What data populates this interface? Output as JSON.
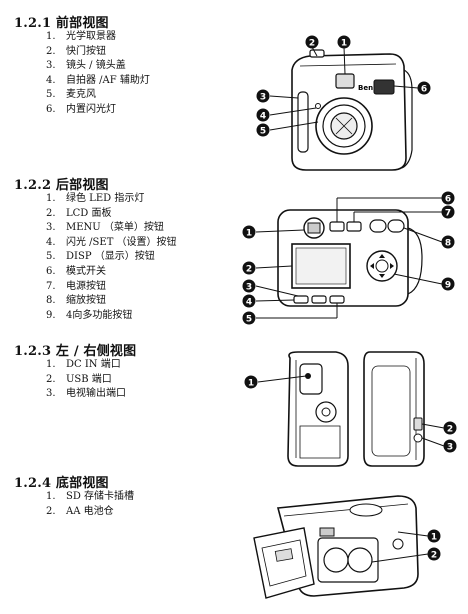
{
  "sections": [
    {
      "title": "1.2.1 前部视图",
      "items": [
        {
          "num": "1.",
          "text": "光学取景器"
        },
        {
          "num": "2.",
          "text": "快门按钮"
        },
        {
          "num": "3.",
          "text": "镜头 / 镜头盖"
        },
        {
          "num": "4.",
          "text": "自拍器 /AF 辅助灯"
        },
        {
          "num": "5.",
          "text": "麦克风"
        },
        {
          "num": "6.",
          "text": "内置闪光灯"
        }
      ],
      "callouts": [
        "1",
        "2",
        "3",
        "4",
        "5",
        "6"
      ],
      "brand": "BenQ"
    },
    {
      "title": "1.2.2 后部视图",
      "items": [
        {
          "num": "1.",
          "text": "绿色 LED 指示灯"
        },
        {
          "num": "2.",
          "text": "LCD 面板"
        },
        {
          "num": "3.",
          "text": "MENU （菜单）按钮"
        },
        {
          "num": "4.",
          "text": "闪光 /SET （设置）按钮"
        },
        {
          "num": "5.",
          "text": "DISP （显示）按钮"
        },
        {
          "num": "6.",
          "text": "模式开关"
        },
        {
          "num": "7.",
          "text": "电源按钮"
        },
        {
          "num": "8.",
          "text": "缩放按钮"
        },
        {
          "num": "9.",
          "text": "4向多功能按钮"
        }
      ],
      "callouts": [
        "1",
        "2",
        "3",
        "4",
        "5",
        "6",
        "7",
        "8",
        "9"
      ]
    },
    {
      "title": "1.2.3 左 / 右侧视图",
      "items": [
        {
          "num": "1.",
          "text": "DC IN 端口"
        },
        {
          "num": "2.",
          "text": "USB 端口"
        },
        {
          "num": "3.",
          "text": "电视输出端口"
        }
      ],
      "callouts": [
        "1",
        "2",
        "3"
      ]
    },
    {
      "title": "1.2.4 底部视图",
      "items": [
        {
          "num": "1.",
          "text": "SD 存储卡插槽"
        },
        {
          "num": "2.",
          "text": "AA 电池仓"
        }
      ],
      "callouts": [
        "1",
        "2"
      ]
    }
  ]
}
